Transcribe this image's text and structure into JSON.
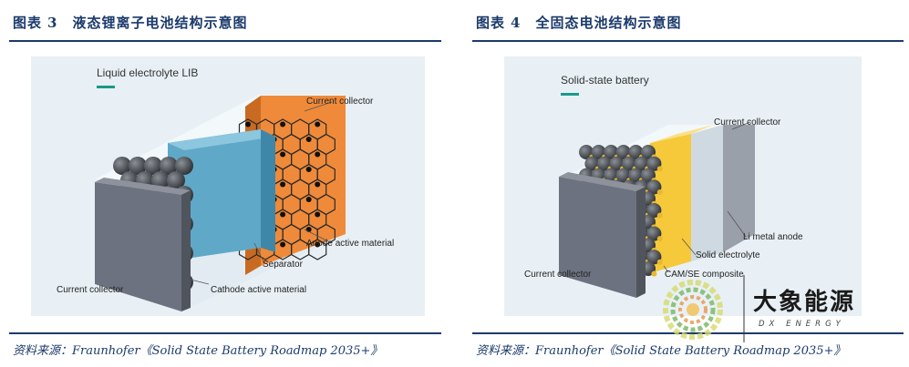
{
  "left_panel": {
    "figure_label": "图表",
    "figure_number": "3",
    "figure_title": "液态锂离子电池结构示意图",
    "subtitle": "Liquid electrolyte LIB",
    "labels": {
      "current_collector_top": "Current collector",
      "anode_active_material": "Anode active material",
      "separator": "Separator",
      "current_collector_bottom": "Current collector",
      "cathode_active_material": "Cathode active material"
    },
    "source": "资料来源：Fraunhofer《Solid State Battery Roadmap 2035+》"
  },
  "right_panel": {
    "figure_label": "图表",
    "figure_number": "4",
    "figure_title": "全固态电池结构示意图",
    "subtitle": "Solid-state battery",
    "labels": {
      "current_collector_top": "Current collector",
      "li_metal_anode": "Li metal anode",
      "solid_electrolyte": "Solid electrolyte",
      "current_collector_bottom": "Current collector",
      "cam_se_composite": "CAM/SE composite"
    },
    "source": "资料来源：Fraunhofer《Solid State Battery Roadmap 2035+》"
  },
  "watermark": {
    "name": "大象能源",
    "sub": "DX ENERGY"
  },
  "colors": {
    "title_navy": "#1b3a6b",
    "accent_teal": "#1a9a8a",
    "separator_blue": "#5fa8c8",
    "anode_orange": "#ef8a3a",
    "solid_electrolyte_yellow": "#f6c93a",
    "collector_gray": "#6d7280",
    "particle_gray": "#4a4f55"
  }
}
